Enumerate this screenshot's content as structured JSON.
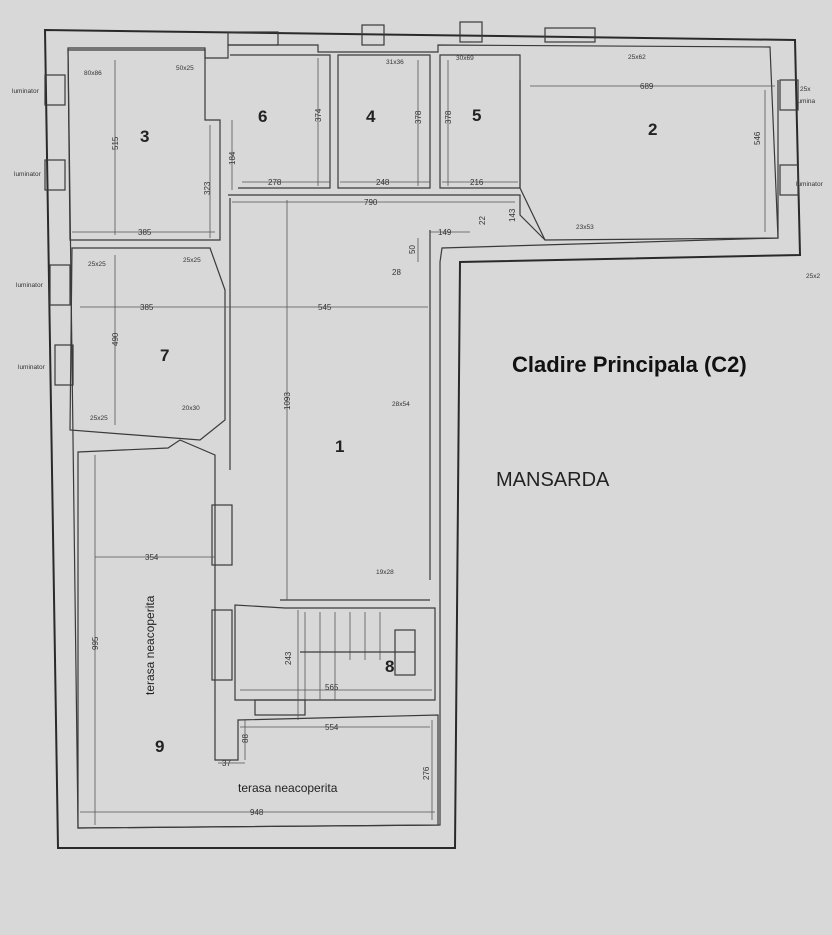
{
  "title": "Cladire Principala (C2)",
  "subtitle": "MANSARDA",
  "rooms": [
    "1",
    "2",
    "3",
    "4",
    "5",
    "6",
    "7",
    "8",
    "9"
  ],
  "terrace_label": "terasa neacoperita",
  "window_label": "luminator",
  "window_label_small": "lumina",
  "dims": {
    "d385a": "385",
    "d515": "515",
    "d323": "323",
    "d184": "184",
    "d374": "374",
    "d378a": "378",
    "d378b": "378",
    "d278": "278",
    "d248": "248",
    "d216": "216",
    "d790": "790",
    "d689": "689",
    "d546": "546",
    "d149": "149",
    "d22": "22",
    "d143": "143",
    "d50": "50",
    "d28": "28",
    "d385b": "385",
    "d545": "545",
    "d490": "490",
    "d1093": "1093",
    "d354": "354",
    "d995": "995",
    "d243": "243",
    "d565": "565",
    "d554": "554",
    "d88": "88",
    "d37": "37",
    "d276": "276",
    "d948": "948"
  },
  "notes": {
    "n80x86": "80x86",
    "n50x25a": "50x25",
    "n31x36": "31x36",
    "n30x69": "30x69",
    "n25x62": "25x62",
    "n25x": "25x",
    "n25x25a": "25x25",
    "n25x25b": "25x25",
    "n25x25c": "25x25",
    "n20x30": "20x30",
    "n28x54": "28x54",
    "n19x28": "19x28",
    "n23x53": "23x53",
    "n25x2": "25x2"
  }
}
